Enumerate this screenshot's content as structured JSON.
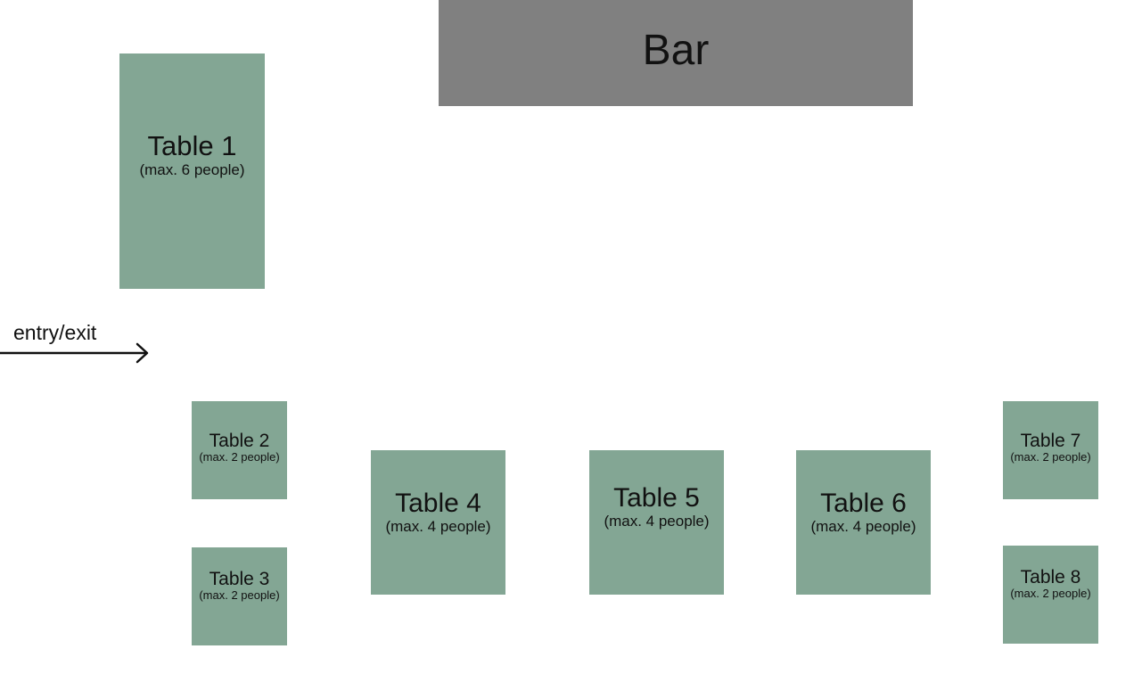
{
  "colors": {
    "table_fill": "#83a694",
    "bar_fill": "#808080",
    "text": "#111111",
    "background": "#ffffff"
  },
  "bar": {
    "label": "Bar"
  },
  "entry": {
    "label": "entry/exit",
    "icon": "arrow-right-icon"
  },
  "tables": [
    {
      "id": "t1",
      "name": "Table 1",
      "capacity": "(max. 6 people)"
    },
    {
      "id": "t2",
      "name": "Table 2",
      "capacity": "(max. 2 people)"
    },
    {
      "id": "t3",
      "name": "Table 3",
      "capacity": "(max. 2 people)"
    },
    {
      "id": "t4",
      "name": "Table 4",
      "capacity": "(max. 4 people)"
    },
    {
      "id": "t5",
      "name": "Table 5",
      "capacity": "(max. 4 people)"
    },
    {
      "id": "t6",
      "name": "Table 6",
      "capacity": "(max. 4 people)"
    },
    {
      "id": "t7",
      "name": "Table 7",
      "capacity": "(max. 2 people)"
    },
    {
      "id": "t8",
      "name": "Table 8",
      "capacity": "(max. 2 people)"
    }
  ]
}
